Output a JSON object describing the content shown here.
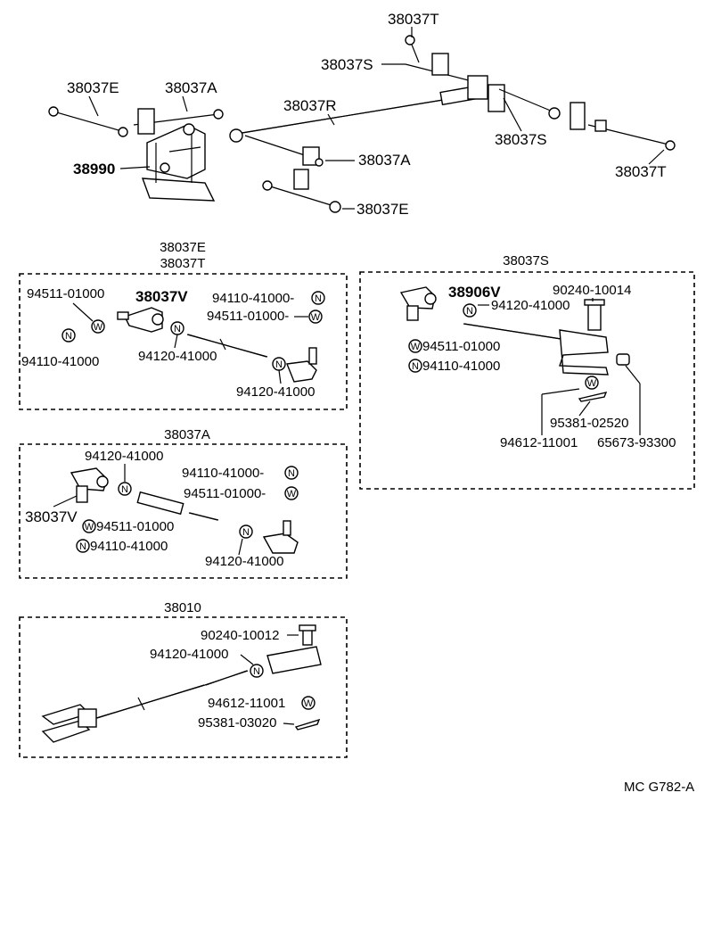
{
  "assembly": {
    "t_top": "38037T",
    "s_top": "38037S",
    "e_left": "38037E",
    "a_left": "38037A",
    "r_mid": "38037R",
    "a_mid": "38037A",
    "s_right": "38037S",
    "t_right": "38037T",
    "bracket": "38990",
    "e_bottom": "38037E"
  },
  "group_et": {
    "title1": "38037E",
    "title2": "38037T",
    "v_label": "38037V",
    "p1": "94511-01000",
    "p2": "94110-41000",
    "p3": "94110-41000-",
    "p4": "94511-01000-",
    "p5": "94120-41000",
    "p6": "94120-41000"
  },
  "group_s": {
    "title": "38037S",
    "v_label": "38906V",
    "p1": "90240-10014",
    "p2": "94120-41000",
    "p3": "94511-01000",
    "p4": "94110-41000",
    "p5": "95381-02520",
    "p6": "94612-11001",
    "p7": "65673-93300"
  },
  "group_a": {
    "title": "38037A",
    "v_label": "38037V",
    "p1": "94120-41000",
    "p2": "94110-41000-",
    "p3": "94511-01000-",
    "p4": "94511-01000",
    "p5": "94110-41000",
    "p6": "94120-41000"
  },
  "group_10": {
    "title": "38010",
    "p1": "90240-10012",
    "p2": "94120-41000",
    "p3": "94612-11001",
    "p4": "95381-03020"
  },
  "symbols": {
    "nut": "N",
    "washer": "W"
  },
  "footer": {
    "code": "MC G782-A"
  }
}
